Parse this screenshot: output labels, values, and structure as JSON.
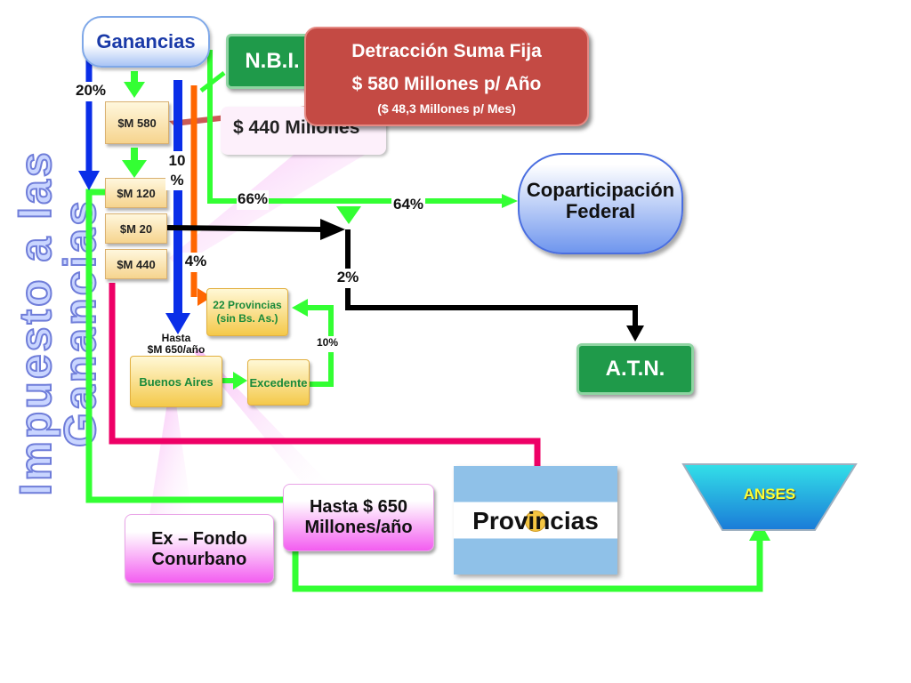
{
  "side_title": "Impuesto a las Ganancias",
  "ganancias": "Ganancias",
  "nbi": "N.B.I.",
  "callout": {
    "line1": "Detracción Suma Fija",
    "line2": "$ 580 Millones p/ Año",
    "line3": "($ 48,3 Millones p/ Mes)"
  },
  "m440_box": "$ 440 Millones",
  "scrolls": {
    "m580": "$M 580",
    "m120": "$M 120",
    "m20": "$M 20",
    "m440": "$M 440"
  },
  "percents": {
    "p20": "20%",
    "p10a": "10",
    "p10b": "%",
    "p4": "4%",
    "p66": "66%",
    "p64": "64%",
    "p2": "2%",
    "p10c": "10%"
  },
  "provincias22": {
    "line1": "22 Provincias",
    "line2": "(sin Bs. As.)"
  },
  "hasta": {
    "line1": "Hasta",
    "line2": "$M 650/año"
  },
  "buenos_aires": "Buenos Aires",
  "excedente": "Excedente",
  "coparticipacion": {
    "line1": "Coparticipación",
    "line2": "Federal"
  },
  "atn": "A.T.N.",
  "provincias": "Provincias",
  "anses": "ANSES",
  "hasta650": {
    "line1": "Hasta $ 650",
    "line2": "Millones/año"
  },
  "fondo": {
    "line1": "Ex – Fondo",
    "line2": "Conurbano"
  },
  "colors": {
    "blue": "#0a2ee8",
    "green": "#33ff33",
    "orange": "#ff6600",
    "black": "#000000",
    "magenta": "#ee0066"
  }
}
